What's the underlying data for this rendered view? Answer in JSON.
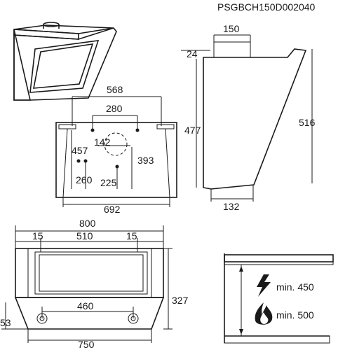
{
  "doc_code": "PSGBCH150D002040",
  "top_view": {
    "width_568": "568",
    "width_280": "280",
    "h_457": "457",
    "x_142": "142",
    "h_393": "393",
    "h_260": "260",
    "h_225": "225",
    "width_692": "692"
  },
  "side_view": {
    "w_150": "150",
    "h_24": "24",
    "h_477": "477",
    "h_516": "516",
    "w_132": "132"
  },
  "front_view": {
    "w_800": "800",
    "m_left_15": "15",
    "w_510": "510",
    "m_right_15": "15",
    "w_460": "460",
    "h_327": "327",
    "h_53": "53",
    "w_750": "750"
  },
  "clearance": {
    "electric_label": "min. 450",
    "gas_label": "min. 500"
  },
  "icons": {
    "electric": "lightning-icon",
    "gas": "flame-icon"
  }
}
